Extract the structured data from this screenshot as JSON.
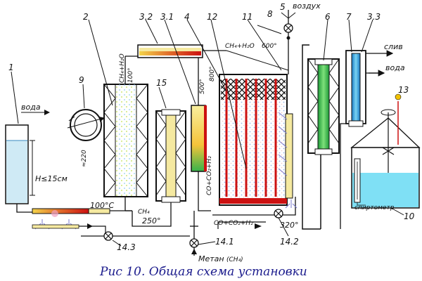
{
  "caption": "Рис 10.  Общая  схема  установки",
  "numbers": {
    "n1": "1",
    "n2": "2",
    "n32": "3.2",
    "n31": "3.1",
    "n4": "4",
    "n12": "12",
    "n11": "11",
    "n8": "8",
    "n5": "5",
    "n6": "6",
    "n7": "7",
    "n33": "3.3",
    "n9": "9",
    "n15": "15",
    "n13": "13",
    "n10": "10",
    "n143": "14.3",
    "n141": "14.1",
    "n142": "14.2"
  },
  "labels": {
    "vozduh": "воздух",
    "slyv": "слив",
    "voda_right": "вода",
    "voda_left": "вода",
    "h_limit": "H≤15см",
    "ch4h2o_top": "CH₄+H₂O",
    "t600": "600°",
    "ch4h2o_vert": "CH₄+H₂O",
    "t100_vert": "100°",
    "t500": "500°",
    "t800": "800°",
    "co_vert": "CO+CO₂+H₂",
    "t220": "≈220",
    "t100c": "100°C",
    "ch4_mid": "CH₄",
    "t250": "250°",
    "co_bottom": "CO+CO₂+H₂",
    "t320": "320°",
    "metan": "Метан",
    "metan_sub": "(CH₄)",
    "spirtometr": "спиртометр"
  },
  "colors": {
    "line": "#1a1a1a",
    "water": "#cfeaf5",
    "water_dark": "#7fd0ec",
    "pipe_red": "#cc1111",
    "pipe_yellow": "#f5e9a0",
    "green": "#2fbf4a",
    "caption": "#1a1a8c"
  },
  "icons": [
    "valve-icon",
    "arrow-icon",
    "stirrer-icon",
    "thermometer-icon",
    "pump-icon"
  ]
}
